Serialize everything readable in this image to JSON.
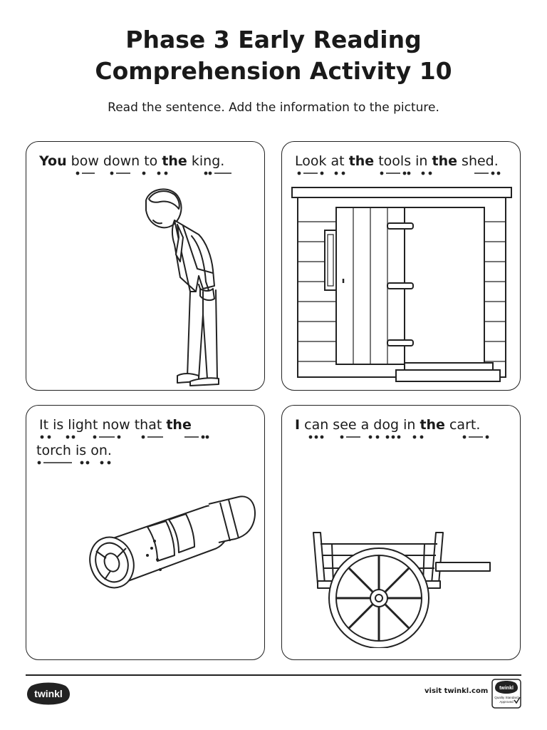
{
  "title_line1": "Phase 3 Early Reading",
  "title_line2": "Comprehension Activity 10",
  "instructions": "Read the sentence. Add the information to the picture.",
  "cards": [
    {
      "id": "king",
      "sentence": [
        "You",
        " bow down to ",
        "the",
        " king."
      ]
    },
    {
      "id": "shed",
      "sentence": [
        "Look at ",
        "the",
        " tools in ",
        "the",
        " shed."
      ]
    },
    {
      "id": "torch",
      "sentence_line1": [
        "It  is  light  now  that  ",
        "the"
      ],
      "sentence_line2": "torch is on."
    },
    {
      "id": "cart",
      "sentence": [
        "I",
        " can see a dog in ",
        "the",
        " cart."
      ]
    }
  ],
  "footer": {
    "brand": "twinkl",
    "visit": "visit twinkl.com",
    "badge_brand": "twinkl",
    "badge_line1": "Quality Standard",
    "badge_line2": "Approved"
  },
  "icons": {
    "man_bowing": "man-bowing-illustration",
    "shed": "shed-illustration",
    "torch": "torch-illustration",
    "cart": "cart-illustration"
  }
}
